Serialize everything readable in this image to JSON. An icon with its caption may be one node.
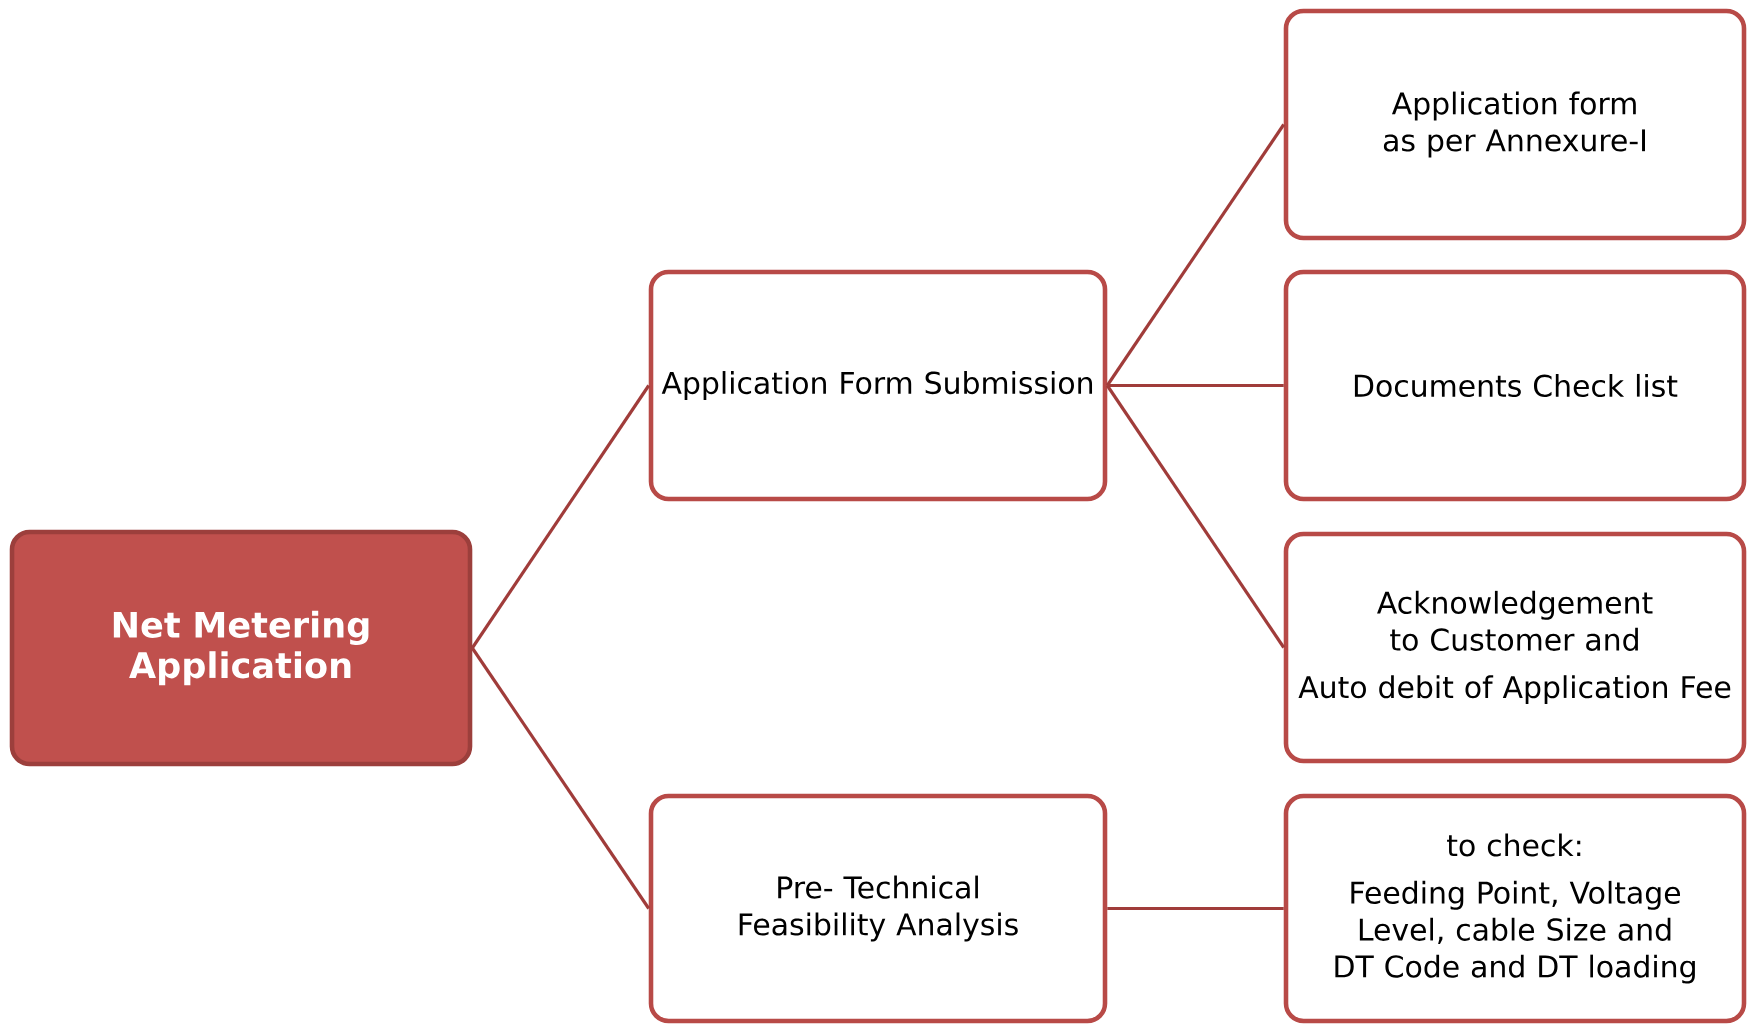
{
  "diagram": {
    "nodes": [
      {
        "text": [
          "Net Metering Application"
        ]
      },
      {
        "text": [
          "Application Form Submission"
        ]
      },
      {
        "text": [
          "Pre- Technical Feasibility Analysis"
        ]
      },
      {
        "text": [
          "Application form as per Annexure-I"
        ]
      },
      {
        "text": [
          "Documents Check list"
        ]
      },
      {
        "text": [
          "Acknowledgement to Customer and",
          "Auto debit of Application Fee"
        ]
      },
      {
        "text": [
          "to check:",
          "Feeding Point, Voltage Level, cable Size and DT Code and DT loading"
        ]
      }
    ],
    "edges": [
      {
        "from": 0,
        "to": 1,
        "arrow": "none"
      },
      {
        "from": 0,
        "to": 2,
        "arrow": "none"
      },
      {
        "from": 1,
        "to": 3,
        "arrow": "none"
      },
      {
        "from": 1,
        "to": 4,
        "arrow": "none"
      },
      {
        "from": 1,
        "to": 5,
        "arrow": "none"
      },
      {
        "from": 2,
        "to": 6,
        "arrow": "none"
      }
    ]
  }
}
